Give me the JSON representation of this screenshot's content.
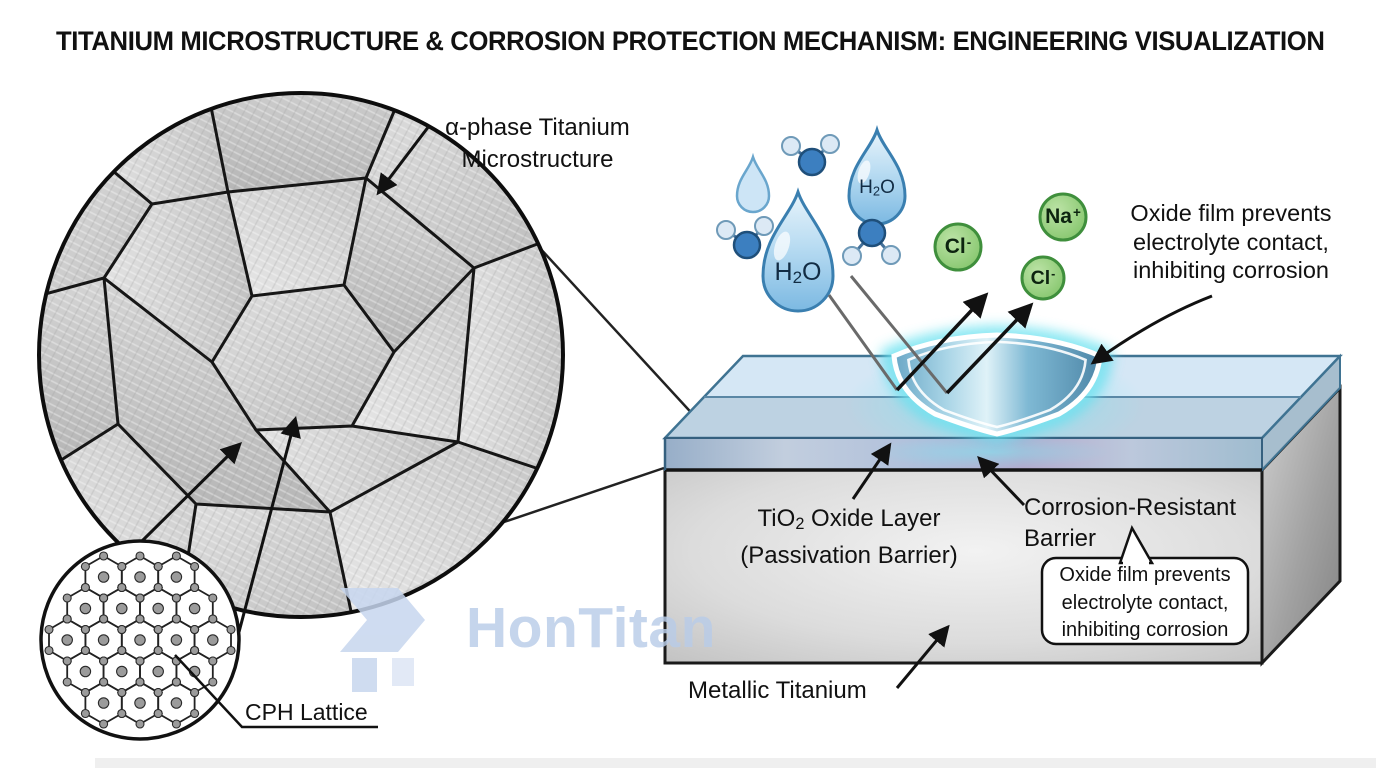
{
  "title": "TITANIUM MICROSTRUCTURE & CORROSION PROTECTION MECHANISM: ENGINEERING VISUALIZATION",
  "microstructure": {
    "label": {
      "line1": "α-phase Titanium",
      "line2": "Microstructure"
    },
    "lattice_label": "CPH Lattice"
  },
  "electrolyte": {
    "h2o": {
      "pre": "H",
      "sub": "2",
      "post": "O"
    },
    "ions": [
      {
        "base": "Cl",
        "sup": "-"
      },
      {
        "base": "Na",
        "sup": "+"
      },
      {
        "base": "Cl",
        "sup": "-"
      }
    ]
  },
  "block": {
    "oxide_label": {
      "pre": "TiO",
      "sub": "2",
      "post": " Oxide Layer",
      "line2": "(Passivation Barrier)"
    },
    "barrier_label": {
      "line1": "Corrosion-Resistant",
      "line2": "Barrier"
    },
    "metal_label": "Metallic Titanium",
    "note_top": {
      "line1": "Oxide film prevents",
      "line2": "electrolyte contact,",
      "line3": "inhibiting corrosion"
    },
    "note_bubble": {
      "line1": "Oxide film prevents",
      "line2": "electrolyte contact,",
      "line3": "inhibiting corrosion"
    }
  },
  "watermark": {
    "text": "HonTitan"
  },
  "colors": {
    "ion_green": "#7cc163",
    "droplet_blue": "#8fc4e8",
    "droplet_outline": "#3a7fb0",
    "shield_glow_cyan": "#5fe0ef",
    "watermark_blue": "#b9cce8",
    "metal_gray": "#d6d6d6",
    "oxide_layer_blue": "#aebedb"
  }
}
